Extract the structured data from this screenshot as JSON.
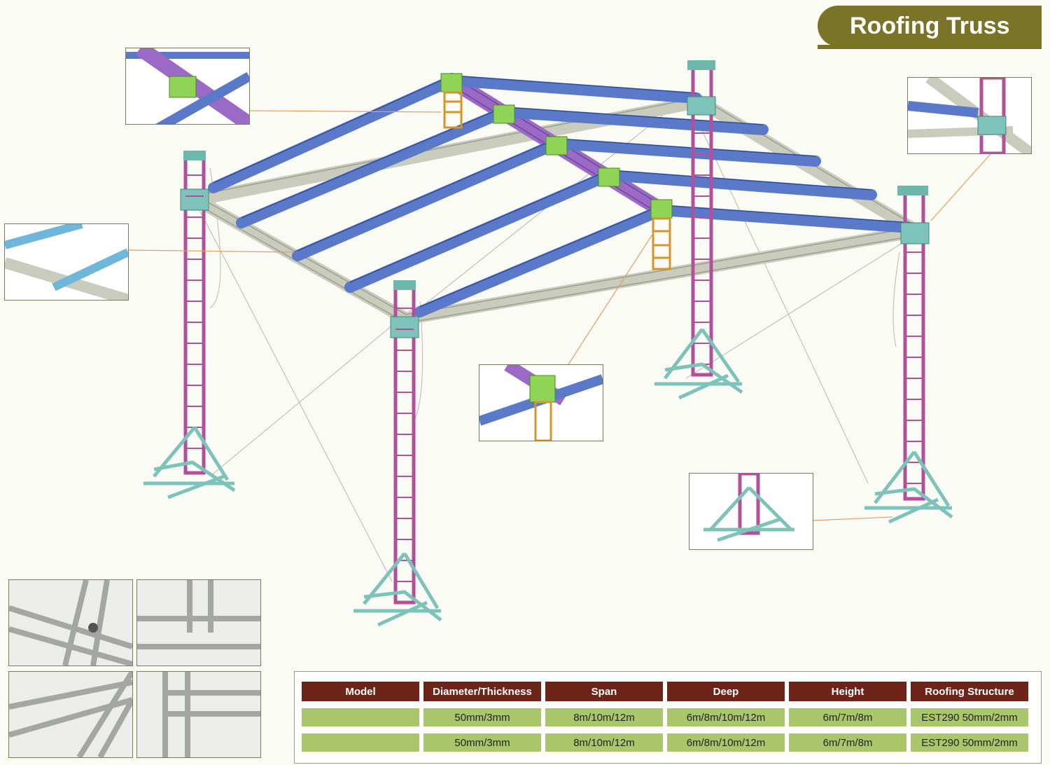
{
  "header": {
    "title": "Roofing Truss"
  },
  "colors": {
    "accent": "#7b7327",
    "header_cell": "#6e2418",
    "value_cell": "#a9c66a",
    "rafter": "#5b79c9",
    "ridge": "#9b6ac7",
    "tower": "#b2519a",
    "bracket": "#8fd457",
    "king_post": "#d4962a",
    "base": "#7ec3b9",
    "perimeter": "#d5d7c8"
  },
  "spec_table": {
    "headers": [
      "Model",
      "Diameter/Thickness",
      "Span",
      "Deep",
      "Height",
      "Roofing Structure"
    ],
    "rows": [
      [
        "",
        "50mm/3mm",
        "8m/10m/12m",
        "6m/8m/10m/12m",
        "6m/7m/8m",
        "EST290  50mm/2mm"
      ],
      [
        "",
        "50mm/3mm",
        "8m/10m/12m",
        "6m/8m/10m/12m",
        "6m/7m/8m",
        "EST290  50mm/2mm"
      ]
    ]
  }
}
